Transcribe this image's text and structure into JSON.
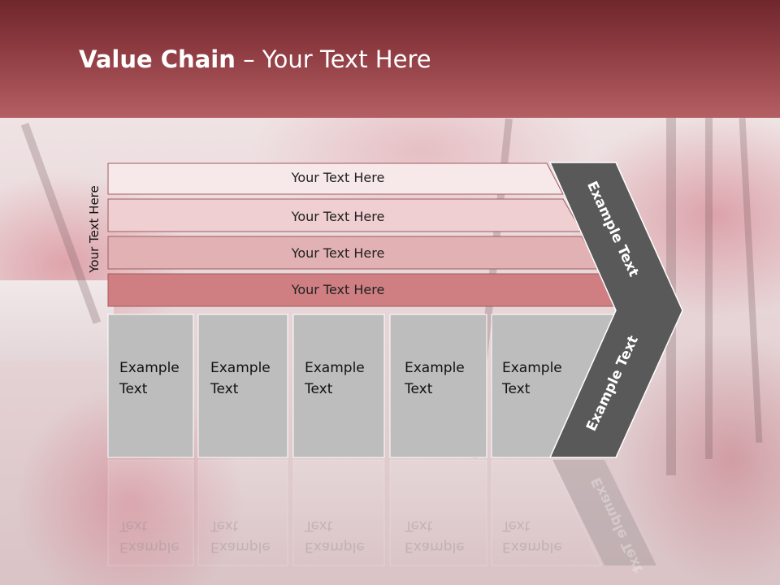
{
  "title": {
    "bold": "Value Chain",
    "normal": " – Your Text Here"
  },
  "side_label": "Your Text Here",
  "rows": [
    {
      "label": "Your Text Here",
      "fill": "#f7e8e9"
    },
    {
      "label": "Your Text Here",
      "fill": "#efcfd1"
    },
    {
      "label": "Your Text Here",
      "fill": "#e2b1b3"
    },
    {
      "label": "Your Text Here",
      "fill": "#cf7f81"
    }
  ],
  "boxes": [
    {
      "line1": "Example",
      "line2": "Text"
    },
    {
      "line1": "Example",
      "line2": "Text"
    },
    {
      "line1": "Example",
      "line2": "Text"
    },
    {
      "line1": "Example",
      "line2": "Text"
    },
    {
      "line1": "Example",
      "line2": "Text"
    }
  ],
  "chevron_top_label": "Example Text",
  "chevron_bottom_label": "Example Text",
  "colors": {
    "header_top": "#6f272c",
    "header_bottom": "#b45f63",
    "box_fill": "#bdbdbd",
    "chevron_fill": "#595959"
  }
}
